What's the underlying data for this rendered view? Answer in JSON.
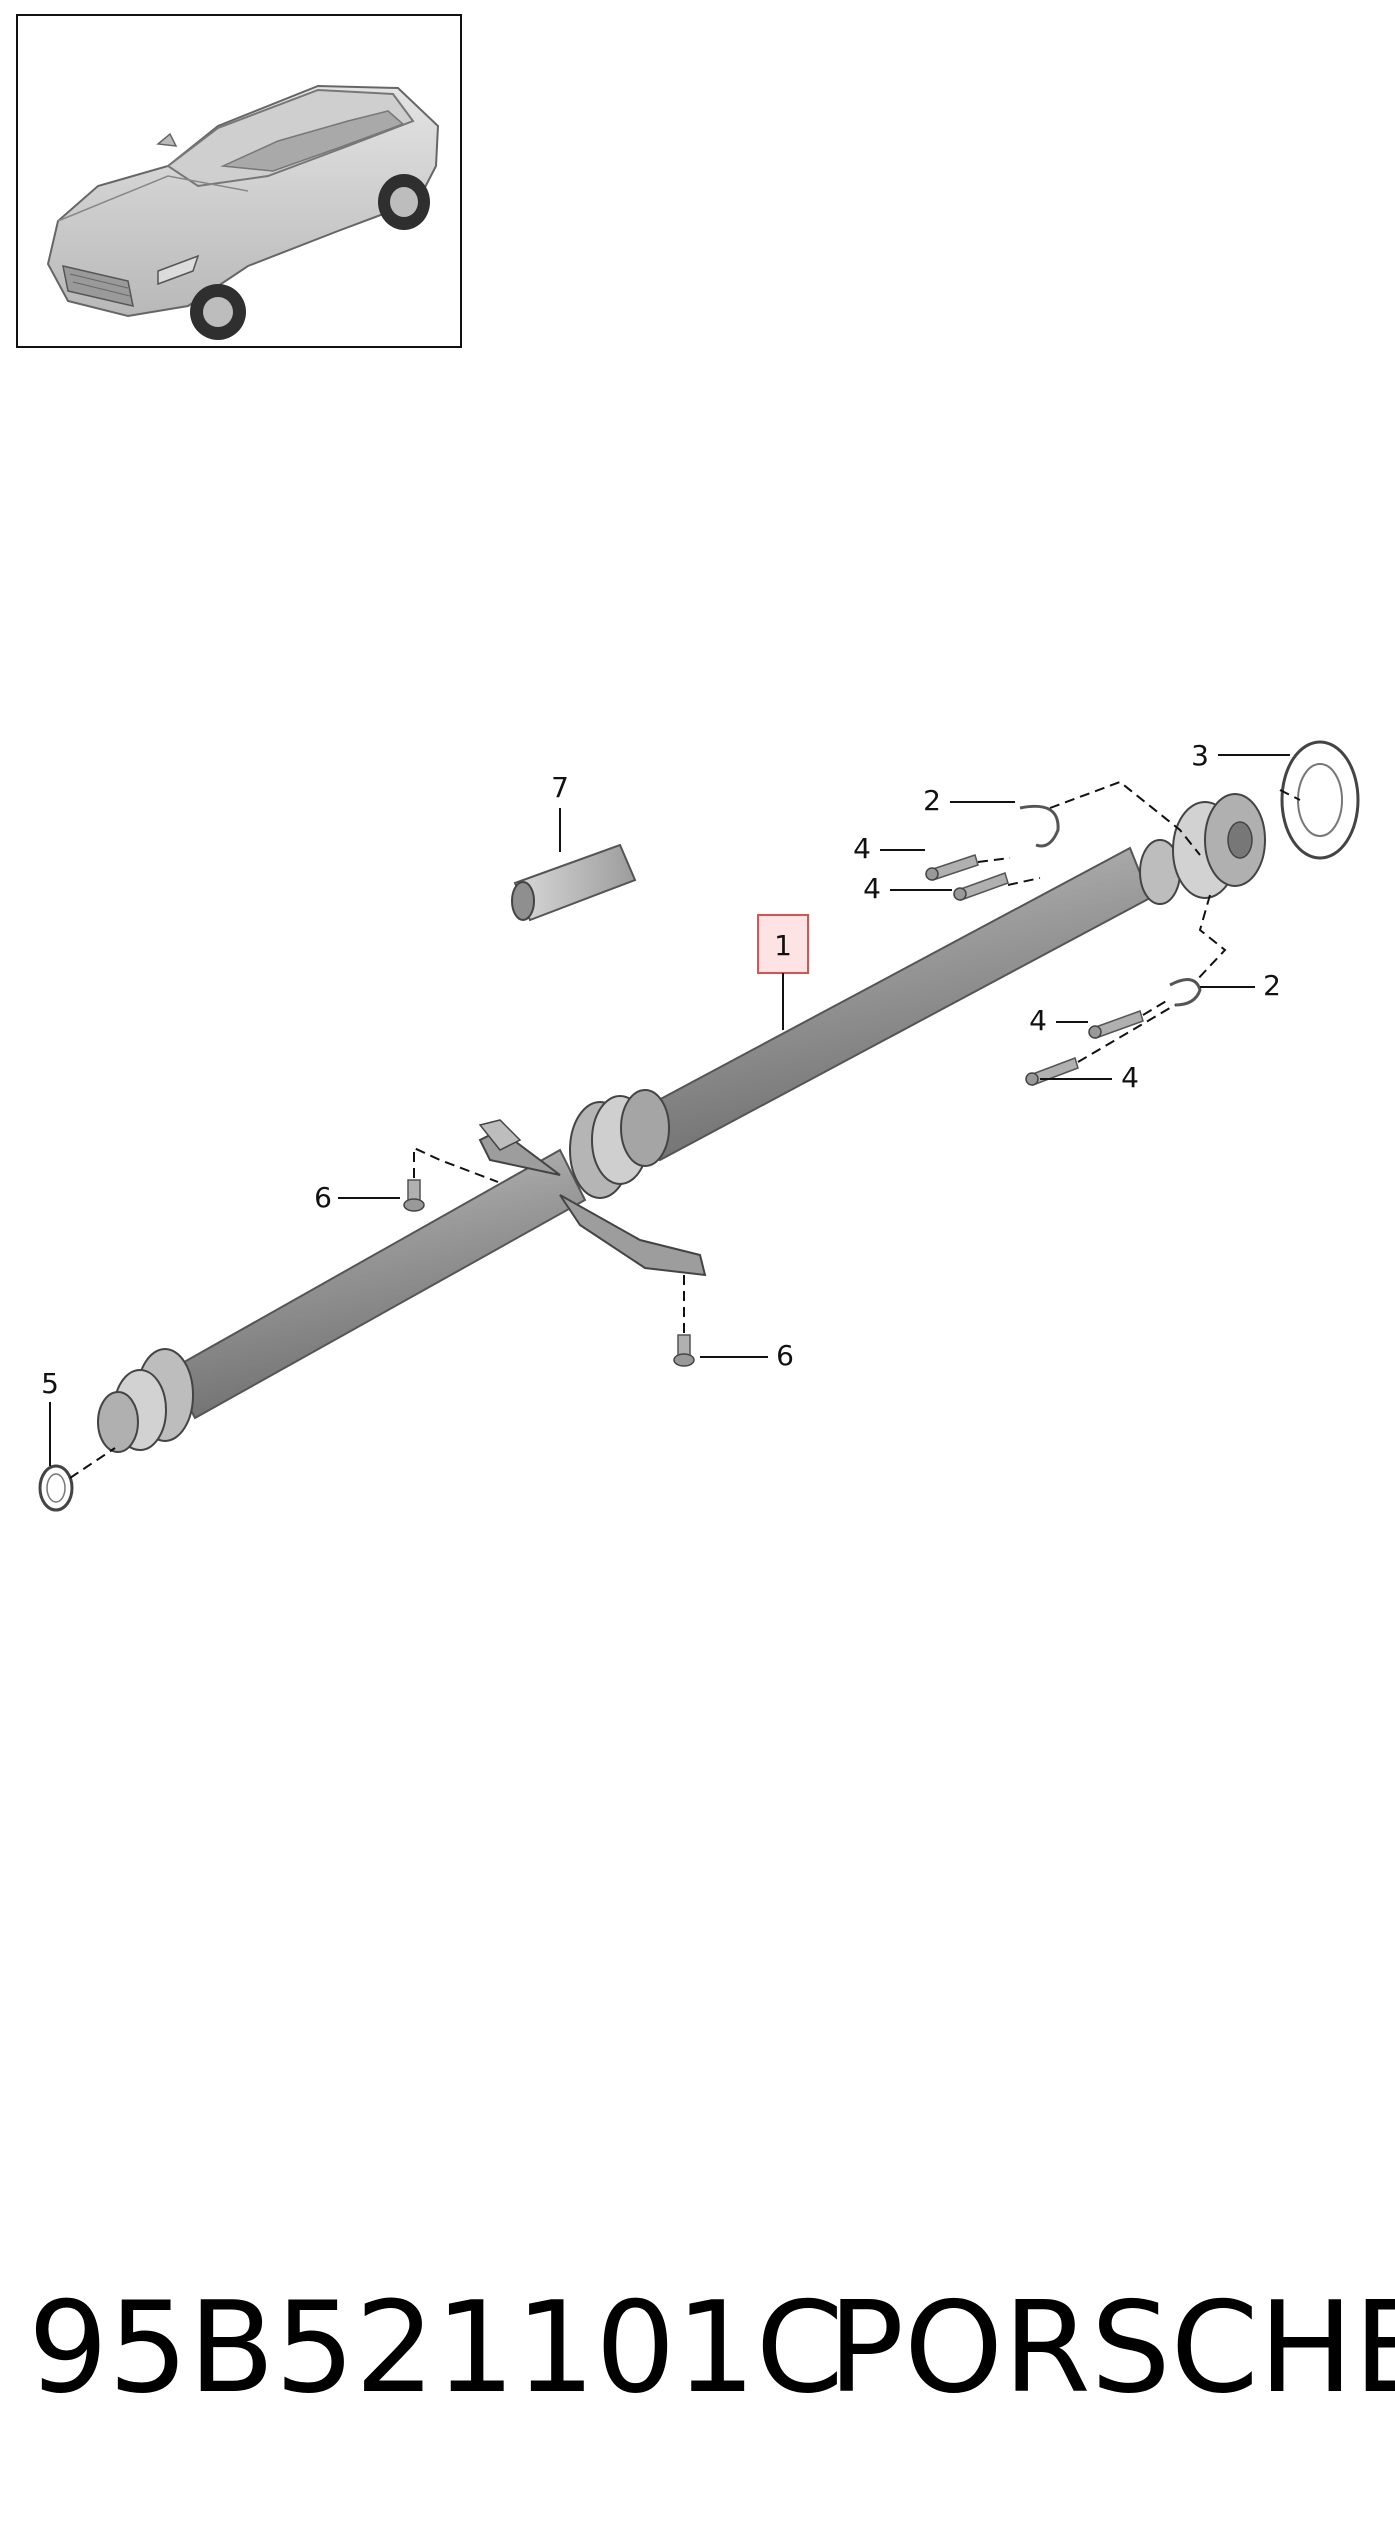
{
  "callouts": {
    "c1": "1",
    "c2a": "2",
    "c2b": "2",
    "c3": "3",
    "c4a": "4",
    "c4b": "4",
    "c4c": "4",
    "c4d": "4",
    "c5": "5",
    "c6a": "6",
    "c6b": "6",
    "c7": "7"
  },
  "footer": {
    "part_number": "95B521101C",
    "brand": "PORSCHE"
  },
  "colors": {
    "highlight": "#d9534f",
    "highlight_fill": "#fde3e3",
    "shaft": "#8a8a8a"
  }
}
